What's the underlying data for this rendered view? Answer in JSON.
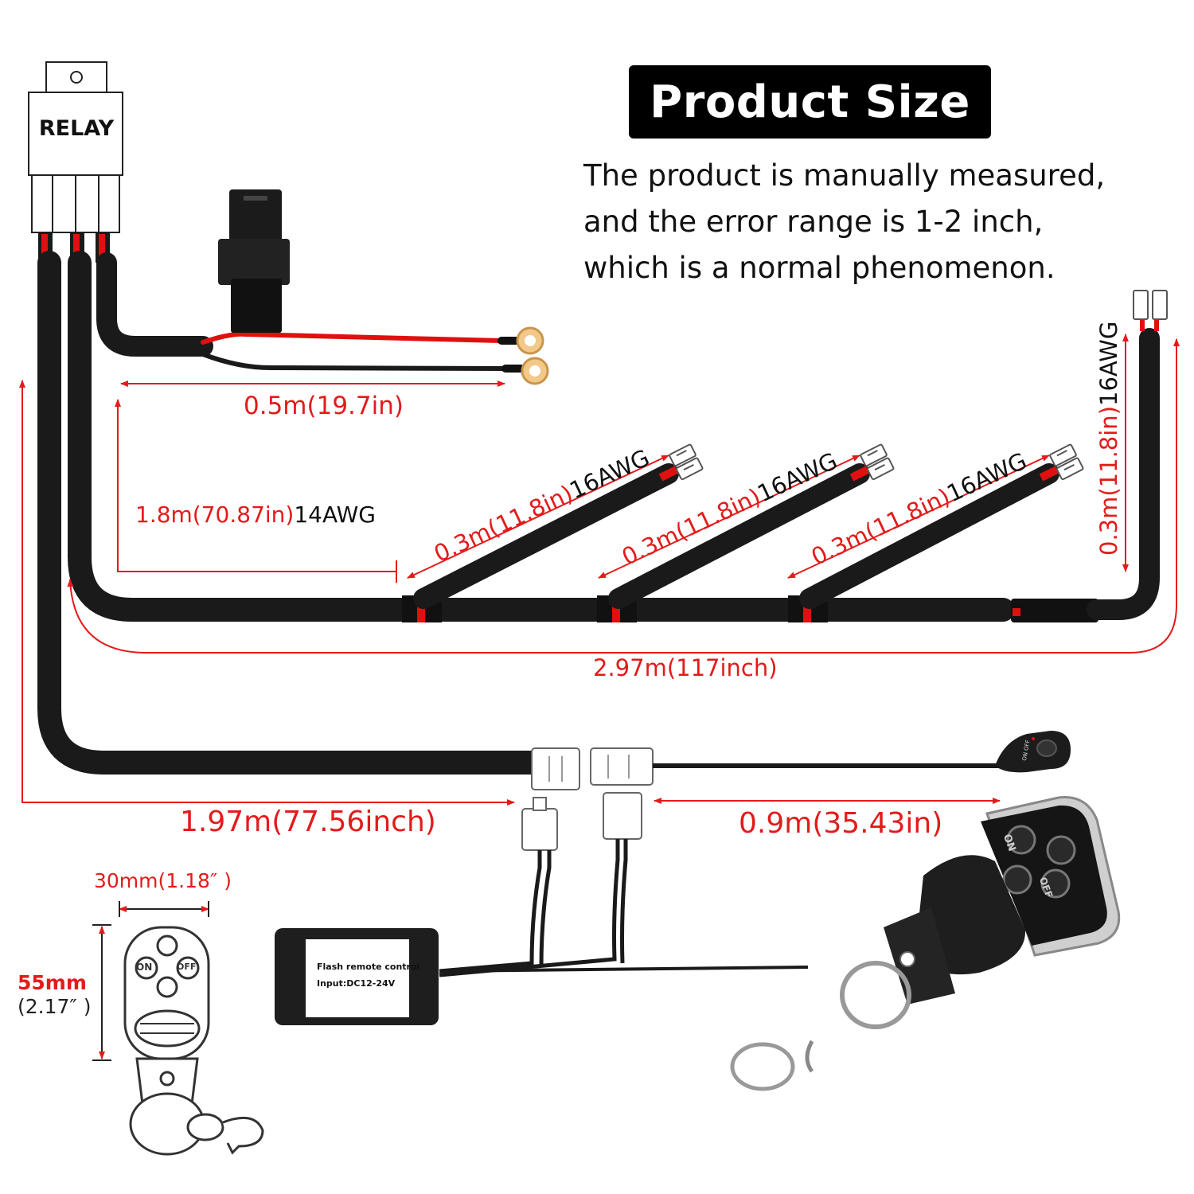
{
  "title": "Product Size",
  "note_lines": [
    "The product is manually measured,",
    "and the error range is 1-2 inch,",
    "which is a normal phenomenon."
  ],
  "relay_label": "RELAY",
  "dimensions": {
    "fuse_lead": "0.5m(19.7in)",
    "main_to_first": "1.8m(70.87in)",
    "main_awg": "14AWG",
    "branch_length": "0.3m(11.8in)",
    "branch_awg": "16AWG",
    "total_length": "2.97m(117inch)",
    "switch_lead": "1.97m(77.56inch)",
    "switch_cable": "0.9m(35.43in)",
    "remote_width": "30mm(1.18″ )",
    "remote_height_mm": "55mm",
    "remote_height_in": "(2.17″ )"
  },
  "controller": {
    "line1": "Flash remote control",
    "line2": "Input:DC12-24V"
  },
  "remote_buttons": [
    "ON",
    "OFF"
  ],
  "switch_label": "ON OFF",
  "colors": {
    "dimension": "#e31b1b",
    "wire_black": "#1a1a1a",
    "wire_red": "#e01010",
    "terminal_ring": "#f2c98a"
  }
}
